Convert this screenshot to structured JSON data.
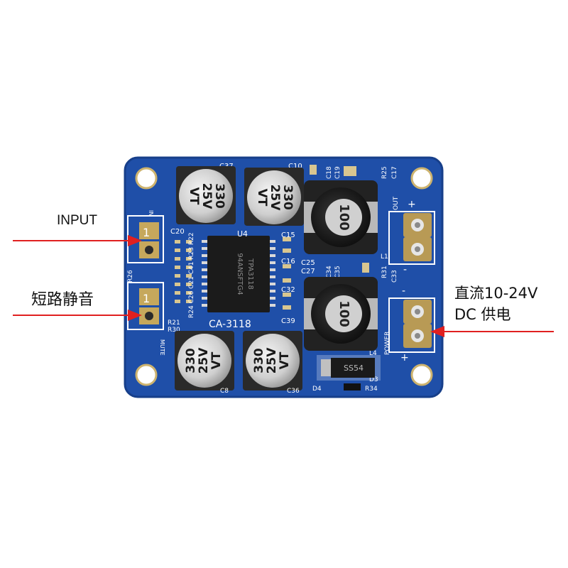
{
  "callouts": {
    "input": "INPUT",
    "mute": "短路静音",
    "power_line1": "直流10-24V",
    "power_line2": "DC 供电"
  },
  "board": {
    "module_name": "CA-3118",
    "chip_label": "U4",
    "chip_line1": "94ANSFTG4",
    "chip_line2": "TPA3118",
    "diode_text": "SS54",
    "inductor_value": "100",
    "capacitor_value": "330",
    "capacitor_voltage": "25V",
    "capacitor_series": "VT",
    "labels": {
      "c37": "C37",
      "c10": "C10",
      "c18": "C18",
      "c19": "C19",
      "r25": "R25",
      "c17": "C17",
      "c20": "C20",
      "r22": "R24 C26 C21 C41 R23 R22",
      "c15": "C15",
      "c16": "C16",
      "c32": "C32",
      "c25": "C25",
      "c27": "C27",
      "c34": "C34",
      "c35": "C35",
      "r31": "R31",
      "c33": "C33",
      "c39": "C39",
      "r26": "R26",
      "r21": "R21",
      "r30": "R30",
      "mute": "MUTE",
      "in": "IN",
      "out": "OUT",
      "power": "POWER",
      "l1": "L1",
      "l4": "L4",
      "d4": "D4",
      "d3": "D3",
      "r34": "R34",
      "c8": "C8",
      "c36": "C36",
      "pin1_in": "1",
      "pin1_mute": "1",
      "plus_out": "+",
      "minus_out": "-",
      "minus_pwr": "-",
      "plus_pwr": "+"
    }
  },
  "colors": {
    "pcb": "#1f4fa8",
    "pcb_edge": "#173f8a",
    "arrow": "#e02020",
    "terminal": "#b89a55",
    "silkscreen": "#ffffff"
  }
}
